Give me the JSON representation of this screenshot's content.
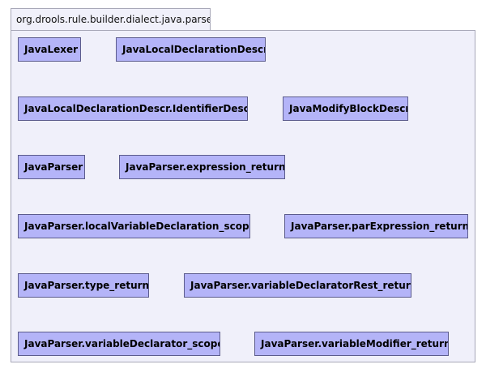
{
  "package": {
    "name": "org.drools.rule.builder.dialect.java.parser"
  },
  "classes": [
    "JavaLexer",
    "JavaLocalDeclarationDescr",
    "JavaLocalDeclarationDescr.IdentifierDescr",
    "JavaModifyBlockDescr",
    "JavaParser",
    "JavaParser.expression_return",
    "JavaParser.localVariableDeclaration_scope",
    "JavaParser.parExpression_return",
    "JavaParser.type_return",
    "JavaParser.variableDeclaratorRest_return",
    "JavaParser.variableDeclarator_scope",
    "JavaParser.variableModifier_return"
  ],
  "colors": {
    "package_fill": "#f0f0fa",
    "class_fill": "#b4b4f8",
    "class_border": "#5c5c8c"
  }
}
